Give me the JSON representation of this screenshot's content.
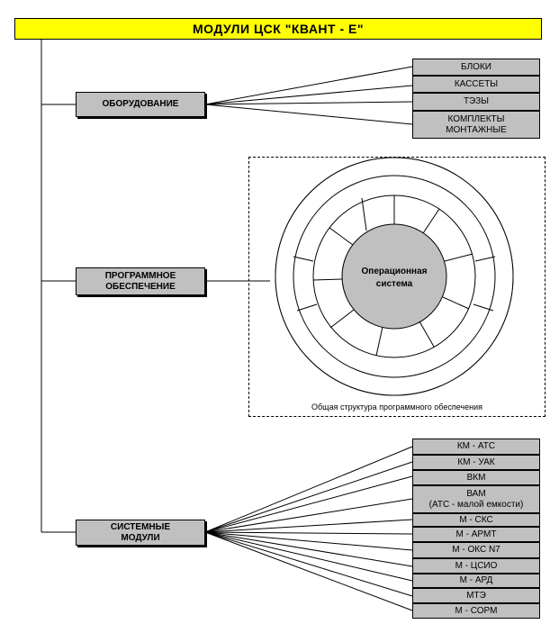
{
  "title": "МОДУЛИ  ЦСК  \"КВАНТ - Е\"",
  "categories": {
    "equipment": "ОБОРУДОВАНИЕ",
    "software_line1": "ПРОГРАММНОЕ",
    "software_line2": "ОБЕСПЕЧЕНИЕ",
    "system_line1": "СИСТЕМНЫЕ",
    "system_line2": "МОДУЛИ"
  },
  "equipment_items": [
    "БЛОКИ",
    "КАССЕТЫ",
    "ТЭЗЫ",
    "КОМПЛЕКТЫ",
    "МОНТАЖНЫЕ"
  ],
  "software_diagram": {
    "center_line1": "Операционная",
    "center_line2": "система",
    "caption": "Общая структура программного обеспечения"
  },
  "system_modules": [
    "КМ - АТС",
    "КМ - УАК",
    "ВКМ",
    "ВАМ",
    "(АТС - малой емкости)",
    "М - СКС",
    "М - АРМТ",
    "М - ОКС N7",
    "М - ЦСИО",
    "М - АРД",
    "МТЭ",
    "М - СОРМ"
  ],
  "colors": {
    "title_bg": "#ffff00",
    "box_bg": "#c0c0c0",
    "center_bg": "#c0c0c0"
  }
}
